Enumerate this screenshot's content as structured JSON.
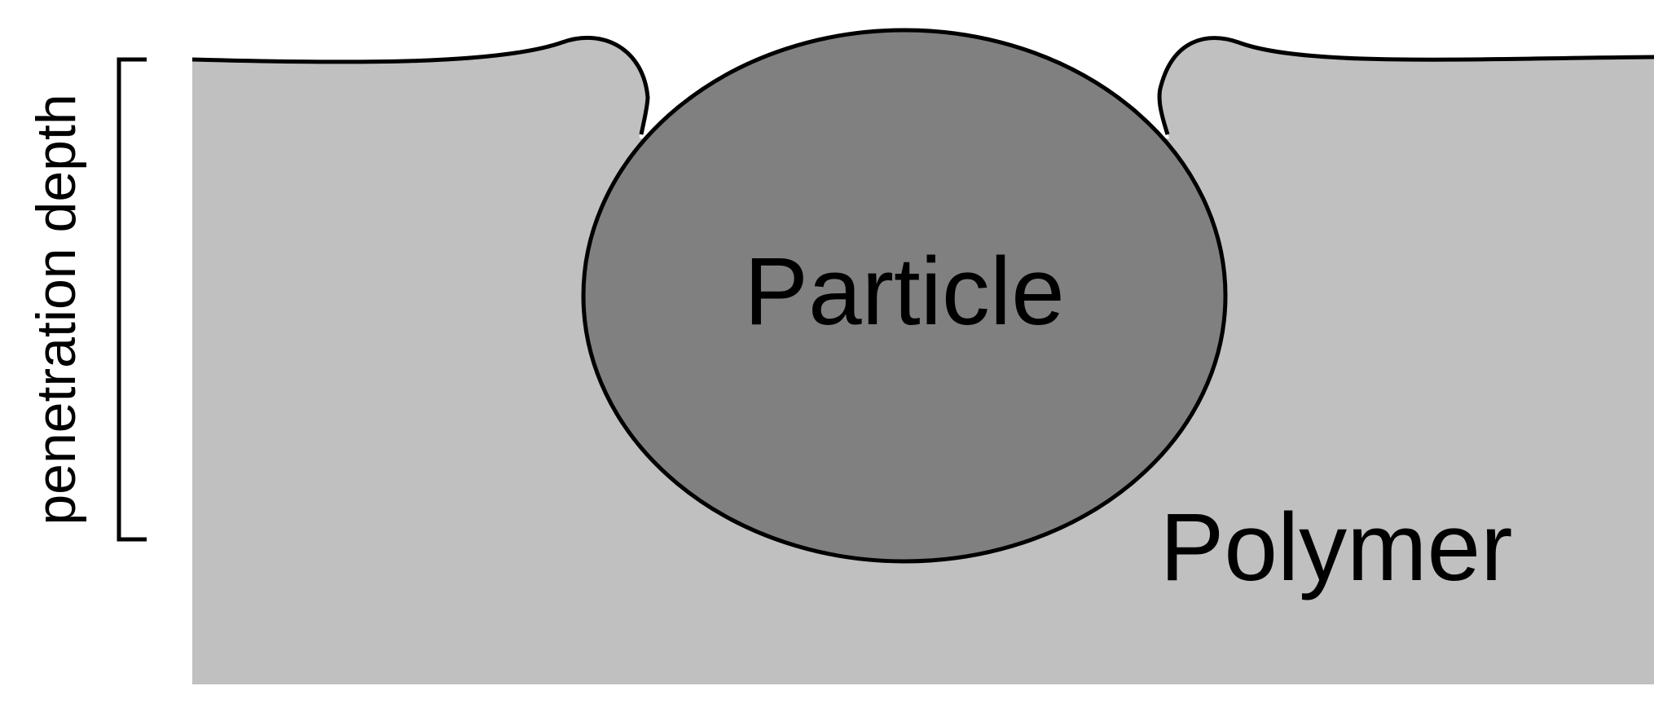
{
  "labels": {
    "particle": "Particle",
    "polymer": "Polymer",
    "penetration_depth": "penetration depth"
  },
  "colors": {
    "polymer_fill": "#c0c0c0",
    "particle_fill": "#808080",
    "outline": "#000000",
    "background": "#ffffff"
  }
}
